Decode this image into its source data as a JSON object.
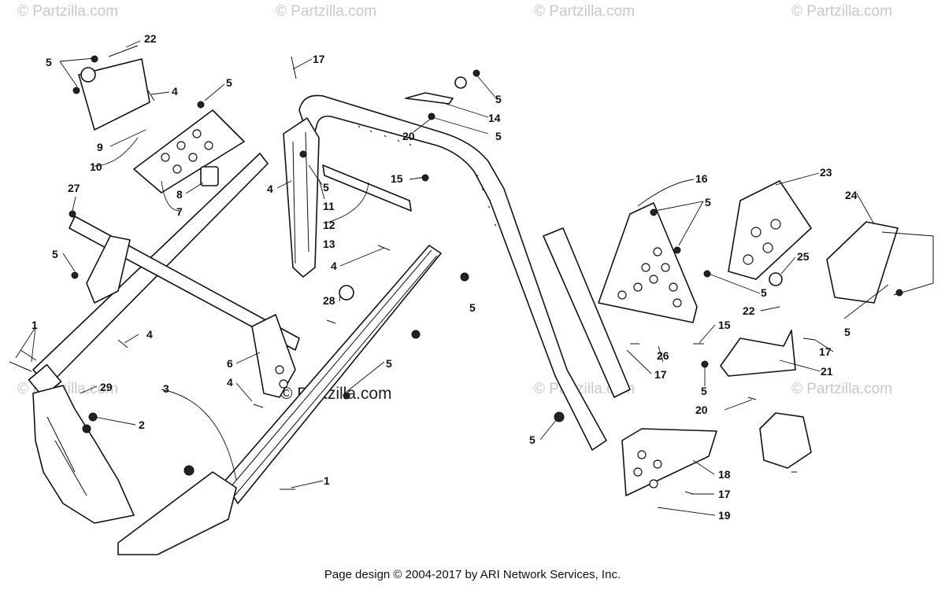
{
  "watermark": "© Partzilla.com",
  "footer": "Page design © 2004-2017 by ARI Network Services, Inc.",
  "callouts": [
    {
      "id": "c22a",
      "label": "22"
    },
    {
      "id": "c5a",
      "label": "5"
    },
    {
      "id": "c4a",
      "label": "4"
    },
    {
      "id": "c5b",
      "label": "5"
    },
    {
      "id": "c9",
      "label": "9"
    },
    {
      "id": "c10",
      "label": "10"
    },
    {
      "id": "c8",
      "label": "8"
    },
    {
      "id": "c7",
      "label": "7"
    },
    {
      "id": "c27",
      "label": "27"
    },
    {
      "id": "c5c",
      "label": "5"
    },
    {
      "id": "c1a",
      "label": "1"
    },
    {
      "id": "c4b",
      "label": "4"
    },
    {
      "id": "c29",
      "label": "29"
    },
    {
      "id": "c2",
      "label": "2"
    },
    {
      "id": "c3",
      "label": "3"
    },
    {
      "id": "c6",
      "label": "6"
    },
    {
      "id": "c4c",
      "label": "4"
    },
    {
      "id": "c1b",
      "label": "1"
    },
    {
      "id": "c17a",
      "label": "17"
    },
    {
      "id": "c4d",
      "label": "4"
    },
    {
      "id": "c5d",
      "label": "5"
    },
    {
      "id": "c11",
      "label": "11"
    },
    {
      "id": "c12",
      "label": "12"
    },
    {
      "id": "c13",
      "label": "13"
    },
    {
      "id": "c4e",
      "label": "4"
    },
    {
      "id": "c28",
      "label": "28"
    },
    {
      "id": "c5e",
      "label": "5"
    },
    {
      "id": "c5f",
      "label": "5"
    },
    {
      "id": "c14",
      "label": "14"
    },
    {
      "id": "c20a",
      "label": "20"
    },
    {
      "id": "c5g",
      "label": "5"
    },
    {
      "id": "c15a",
      "label": "15"
    },
    {
      "id": "c16",
      "label": "16"
    },
    {
      "id": "c5h",
      "label": "5"
    },
    {
      "id": "c5i",
      "label": "5"
    },
    {
      "id": "c23",
      "label": "23"
    },
    {
      "id": "c24",
      "label": "24"
    },
    {
      "id": "c25",
      "label": "25"
    },
    {
      "id": "c5j",
      "label": "5"
    },
    {
      "id": "c22b",
      "label": "22"
    },
    {
      "id": "c15b",
      "label": "15"
    },
    {
      "id": "c26",
      "label": "26"
    },
    {
      "id": "c17b",
      "label": "17"
    },
    {
      "id": "c5k",
      "label": "5"
    },
    {
      "id": "c17c",
      "label": "17"
    },
    {
      "id": "c21",
      "label": "21"
    },
    {
      "id": "c5l",
      "label": "5"
    },
    {
      "id": "c20b",
      "label": "20"
    },
    {
      "id": "c5m",
      "label": "5"
    },
    {
      "id": "c18",
      "label": "18"
    },
    {
      "id": "c17d",
      "label": "17"
    },
    {
      "id": "c19",
      "label": "19"
    }
  ]
}
